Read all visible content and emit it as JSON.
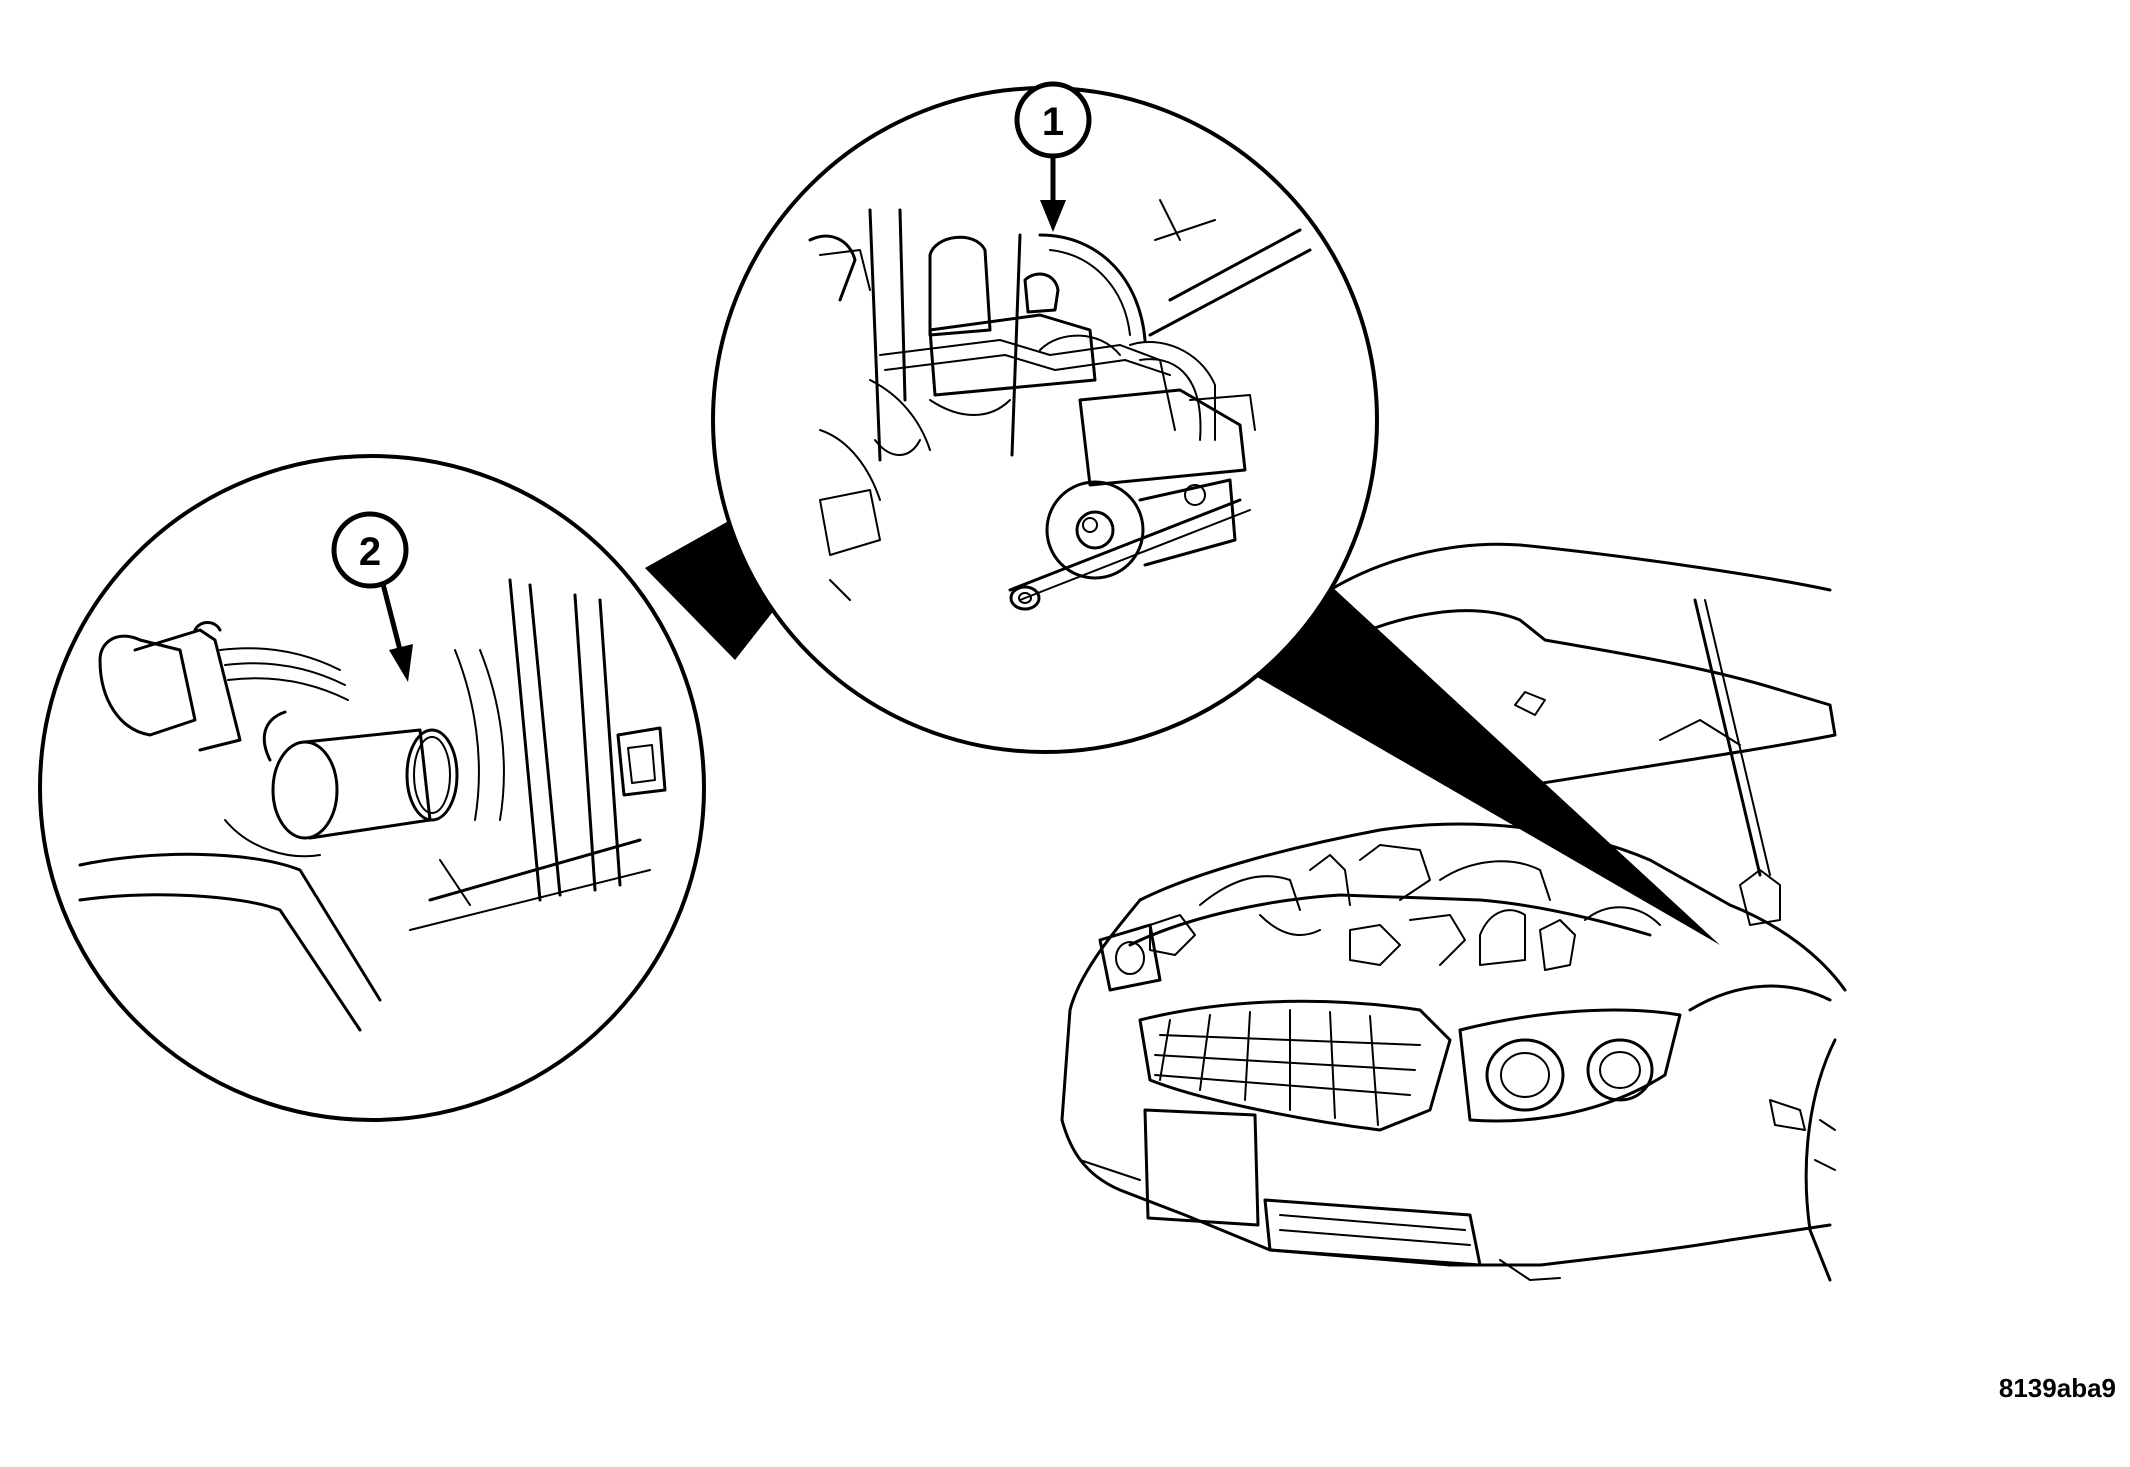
{
  "figure": {
    "id_label": "8139aba9"
  },
  "callouts": [
    {
      "number": "1"
    },
    {
      "number": "2"
    }
  ],
  "colors": {
    "line": "#000000",
    "background": "#ffffff"
  }
}
